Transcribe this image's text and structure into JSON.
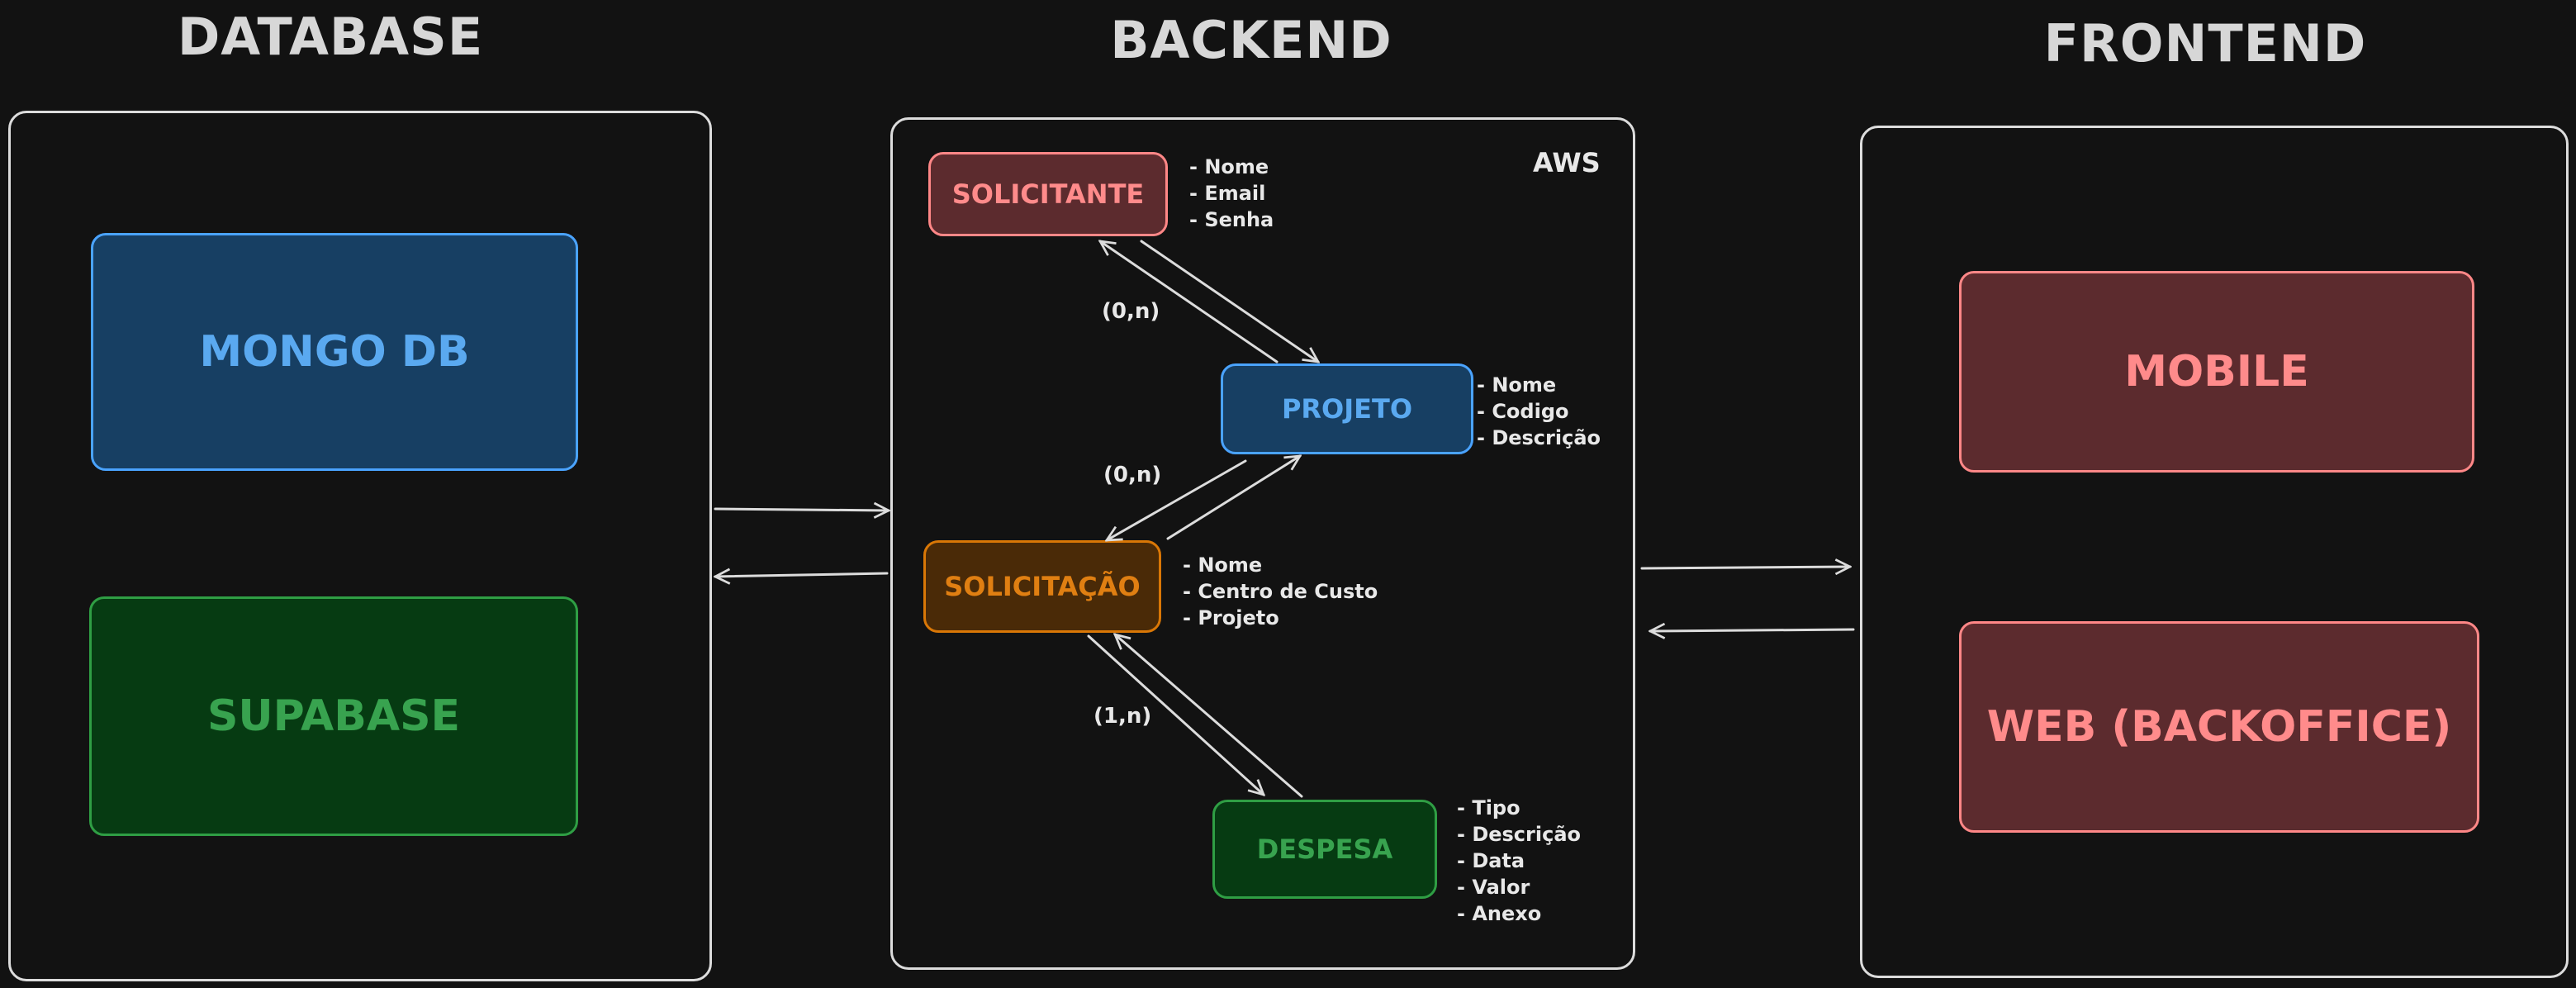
{
  "sections": {
    "database": "DATABASE",
    "backend": "BACKEND",
    "frontend": "FRONTEND"
  },
  "database": {
    "mongo": "MONGO DB",
    "supabase": "SUPABASE"
  },
  "backend": {
    "cloud_label": "AWS",
    "entities": {
      "solicitante": {
        "name": "SOLICITANTE",
        "attrs": [
          "- Nome",
          "- Email",
          "- Senha"
        ]
      },
      "projeto": {
        "name": "PROJETO",
        "attrs": [
          "- Nome",
          "- Codigo",
          "- Descrição"
        ]
      },
      "solicitacao": {
        "name": "SOLICITAÇÃO",
        "attrs": [
          "- Nome",
          "- Centro de Custo",
          "- Projeto"
        ]
      },
      "despesa": {
        "name": "DESPESA",
        "attrs": [
          "- Tipo",
          "- Descrição",
          "- Data",
          "- Valor",
          "- Anexo"
        ]
      }
    },
    "cardinalities": {
      "solicitante_projeto": "(0,n)",
      "projeto_solicitacao": "(0,n)",
      "solicitacao_despesa": "(1,n)"
    }
  },
  "frontend": {
    "mobile": "MOBILE",
    "web": "WEB (BACKOFFICE)"
  },
  "colors": {
    "background": "#121212",
    "blue_fill": "#173f63",
    "blue_stroke": "#4aa3ff",
    "blue_text": "#5aa9f0",
    "green_fill": "#063b12",
    "green_stroke": "#2f9e44",
    "green_text": "#38a34f",
    "red_fill": "#5c2b2e",
    "red_stroke": "#ff8787",
    "red_text": "#ff8b8b",
    "orange_fill": "#4a2a07",
    "orange_stroke": "#d97706",
    "orange_text": "#e07f12"
  }
}
